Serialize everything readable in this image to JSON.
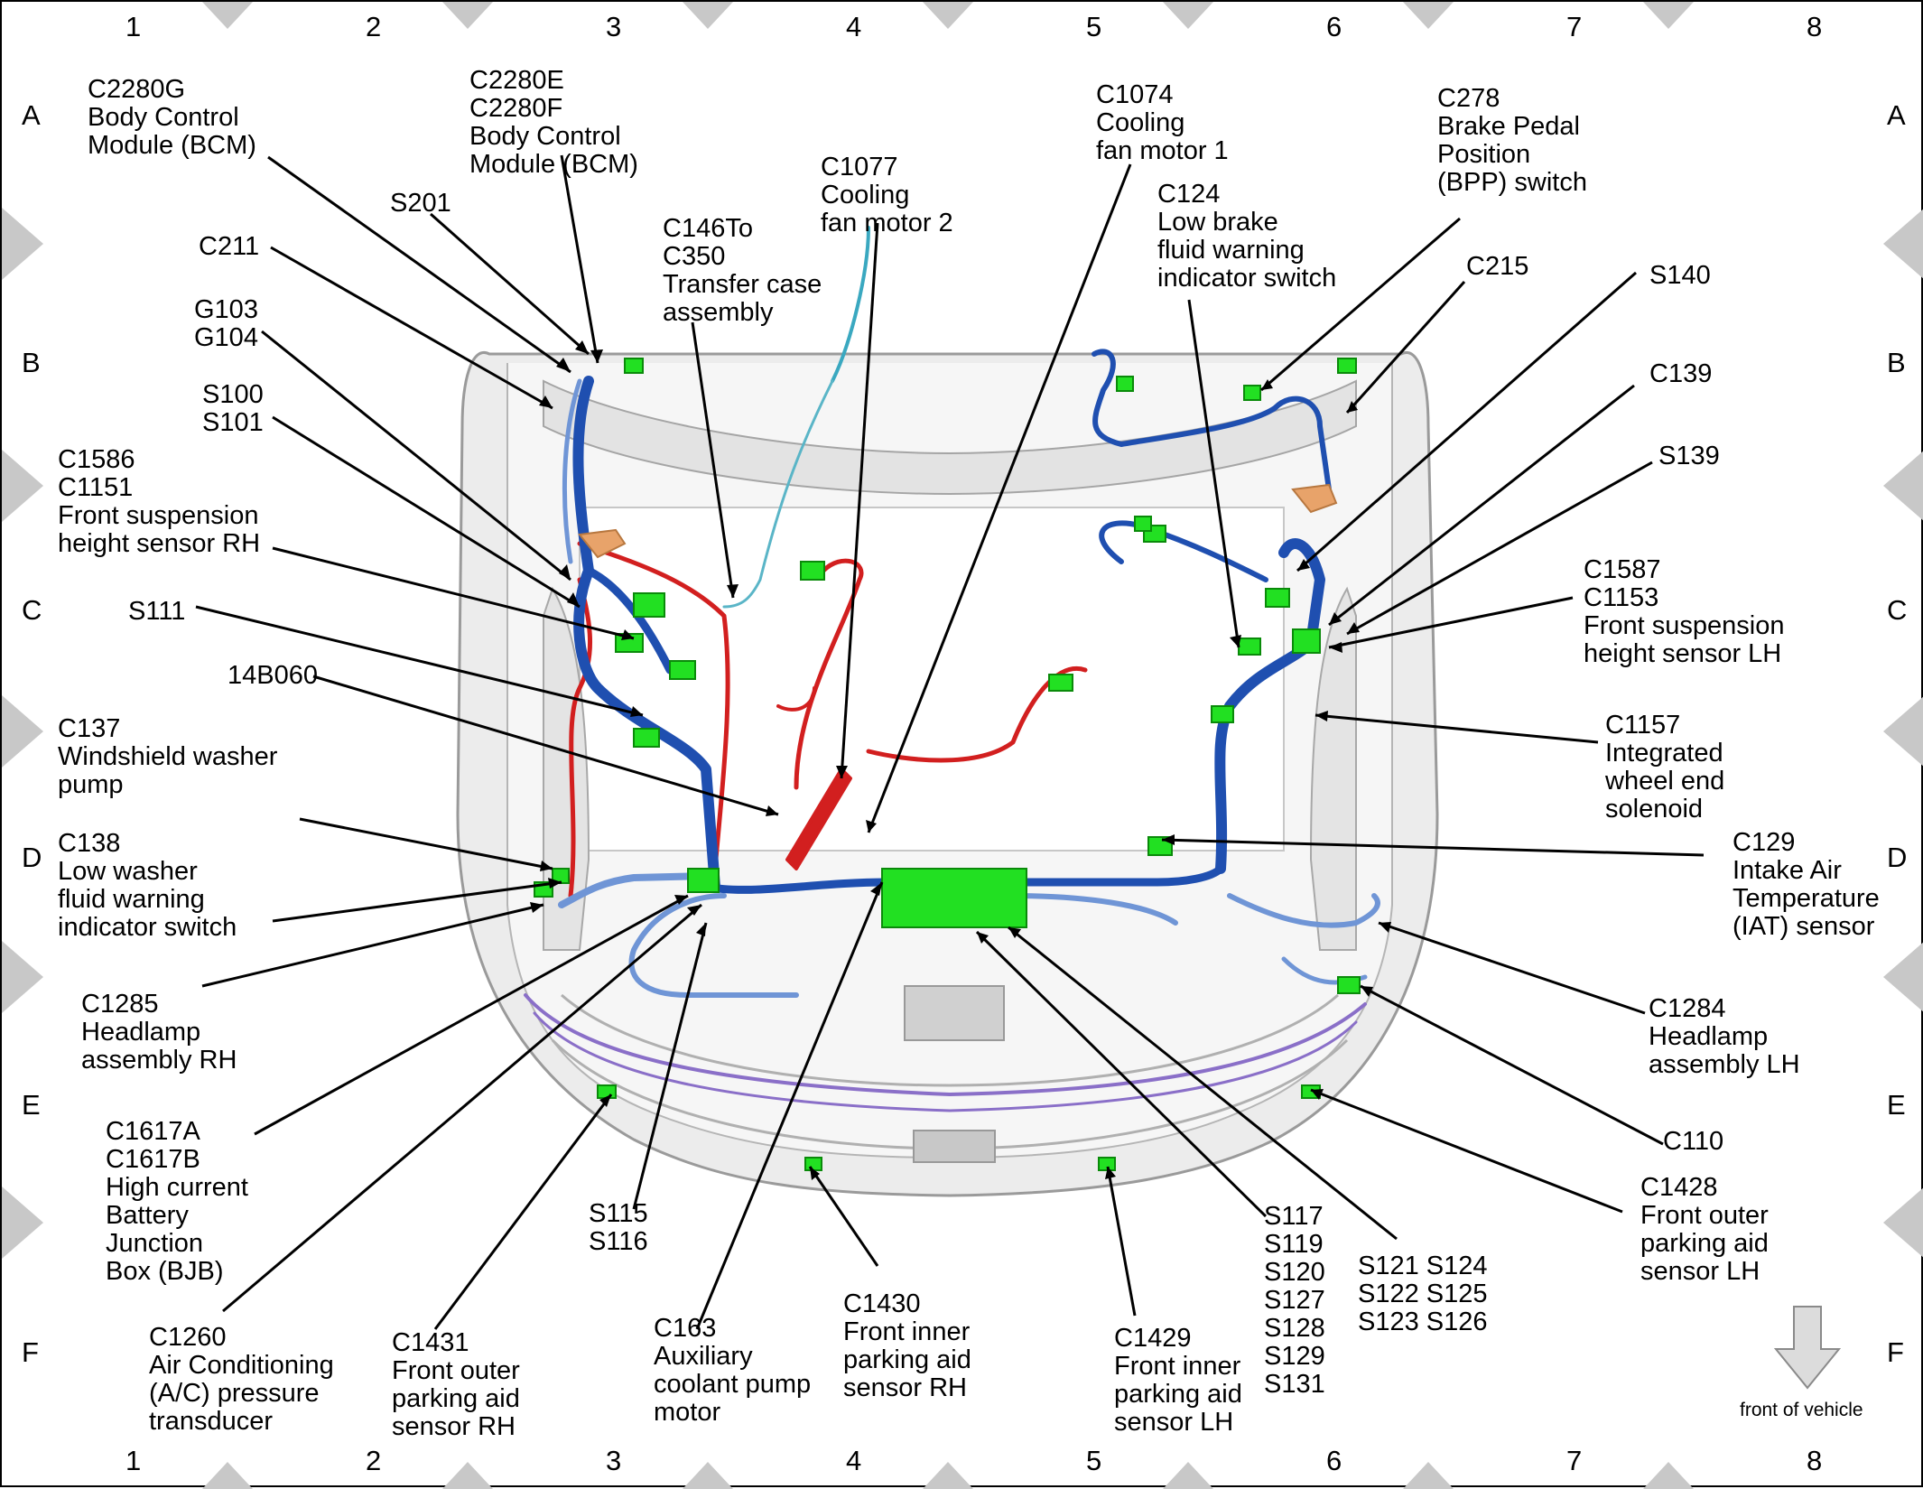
{
  "grid": {
    "columns": [
      "1",
      "2",
      "3",
      "4",
      "5",
      "6",
      "7",
      "8"
    ],
    "rows": [
      "A",
      "B",
      "C",
      "D",
      "E",
      "F"
    ]
  },
  "labels": {
    "c2280g": "C2280G\nBody Control\nModule (BCM)",
    "c2280ef": "C2280E\nC2280F\nBody Control\nModule (BCM)",
    "s201": "S201",
    "c211": "C211",
    "g103": "G103\nG104",
    "s100": "S100\nS101",
    "c1586": "C1586\nC1151\nFront suspension\nheight sensor RH",
    "s111": "S111",
    "b14b060": "14B060",
    "c137": "C137\nWindshield washer\npump",
    "c138": "C138\nLow washer\nfluid warning\nindicator switch",
    "c1285": "C1285\nHeadlamp\nassembly RH",
    "c1617": "C1617A\nC1617B\nHigh current\nBattery\nJunction\nBox (BJB)",
    "c1260": "C1260\nAir Conditioning\n(A/C) pressure\ntransducer",
    "c1431": "C1431\nFront outer\nparking aid\nsensor RH",
    "s115": "S115\nS116",
    "c163": "C163\nAuxiliary\ncoolant pump\nmotor",
    "c1430": "C1430\nFront inner\nparking aid\nsensor RH",
    "c146": "C146To\nC350\nTransfer case\nassembly",
    "c1077": "C1077\nCooling\nfan motor 2",
    "c1074": "C1074\nCooling\nfan motor 1",
    "c124": "C124\nLow brake\nfluid warning\nindicator switch",
    "c278": "C278\nBrake Pedal\nPosition\n(BPP) switch",
    "c215": "C215",
    "s140": "S140",
    "c139": "C139",
    "s139": "S139",
    "c1587": "C1587\nC1153\nFront suspension\nheight sensor LH",
    "c1157": "C1157\nIntegrated\nwheel end\nsolenoid",
    "c129": "C129\nIntake Air\nTemperature\n(IAT) sensor",
    "c1284": "C1284\nHeadlamp\nassembly LH",
    "c110": "C110",
    "c1428": "C1428\nFront outer\nparking aid\nsensor LH",
    "c1429": "C1429\nFront inner\nparking aid\nsensor LH",
    "s117": "S117\nS119\nS120\nS127\nS128\nS129\nS131",
    "s121": "S121 S124\nS122 S125\nS123 S126"
  },
  "front_of_vehicle": "front of vehicle",
  "colors": {
    "harness_dark": "#1f4fb0",
    "harness_light": "#6f95d6",
    "harness_red": "#d21f1f",
    "connector": "#22e022",
    "body_gray": "#d9d9d9",
    "bumper_wire": "#8a6fc8",
    "grid_marker": "#c8c8c8"
  }
}
